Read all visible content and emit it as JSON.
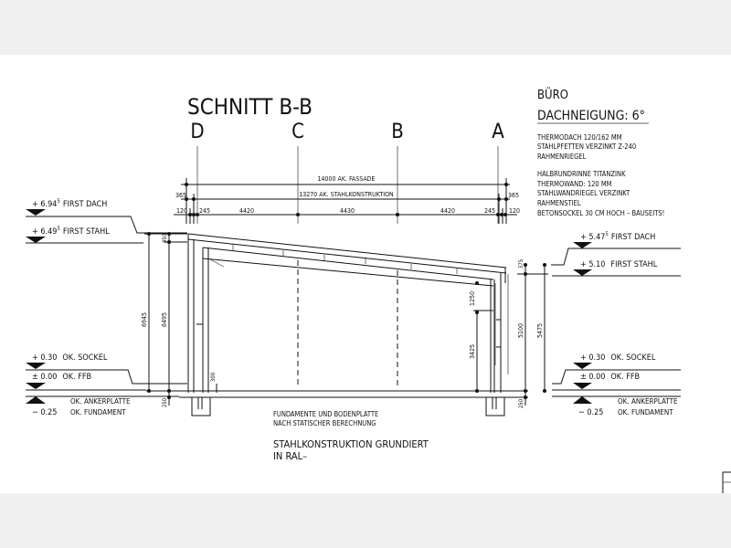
{
  "title": "SCHNITT  B-B",
  "axes": [
    "D",
    "C",
    "B",
    "A"
  ],
  "dimensions": {
    "facade": "14000 AK. FASSADE",
    "steel": "13270 AK. STAHLKONSTRUKTION",
    "offset_left": "365",
    "offset_right": "365",
    "spans": [
      "120",
      "245",
      "4420",
      "4430",
      "4420",
      "245",
      "120"
    ],
    "left_heights": [
      "6945",
      "6495",
      "450",
      "250",
      "300"
    ],
    "right_heights": [
      "375",
      "1250",
      "3425",
      "5100",
      "5475",
      "250"
    ]
  },
  "left_levels": [
    {
      "sign": "+",
      "value": "6.94",
      "sup": "5",
      "label": "FIRST DACH"
    },
    {
      "sign": "+",
      "value": "6.49",
      "sup": "5",
      "label": "FIRST STAHL"
    },
    {
      "sign": "+",
      "value": "0.30",
      "sup": "",
      "label": "OK. SOCKEL"
    },
    {
      "sign": "±",
      "value": "0.00",
      "sup": "",
      "label": "OK. FFB"
    }
  ],
  "right_levels": [
    {
      "sign": "+",
      "value": "5.47",
      "sup": "5",
      "label": "FIRST DACH"
    },
    {
      "sign": "+",
      "value": "5.10",
      "sup": "",
      "label": "FIRST STAHL"
    },
    {
      "sign": "+",
      "value": "0.30",
      "sup": "",
      "label": "OK. SOCKEL"
    },
    {
      "sign": "±",
      "value": "0.00",
      "sup": "",
      "label": "OK. FFB"
    }
  ],
  "ankerplatte": "OK. ANKERPLATTE",
  "fundament": {
    "value": "− 0.25",
    "label": "OK. FUNDAMENT"
  },
  "notes": {
    "building": "BÜRO",
    "roof_pitch": "DACHNEIGUNG: 6°",
    "lines_a": [
      "THERMODACH 120/162 MM",
      "STAHLPFETTEN VERZINKT Z-240",
      "RAHMENRIEGEL"
    ],
    "lines_b": [
      "HALBRUNDRINNE TITANZINK",
      "THERMOWAND: 120 MM",
      "STAHLWANDRIEGEL VERZINKT",
      "RAHMENSTIEL",
      "BETONSOCKEL 30 CM HOCH – BAUSEITS!"
    ],
    "foundation": [
      "FUNDAMENTE UND BODENPLATTE",
      "NACH STATISCHER BERECHNUNG"
    ],
    "steel": [
      "STAHLKONSTRUKTION GRUNDIERT",
      "IN RAL–"
    ]
  }
}
